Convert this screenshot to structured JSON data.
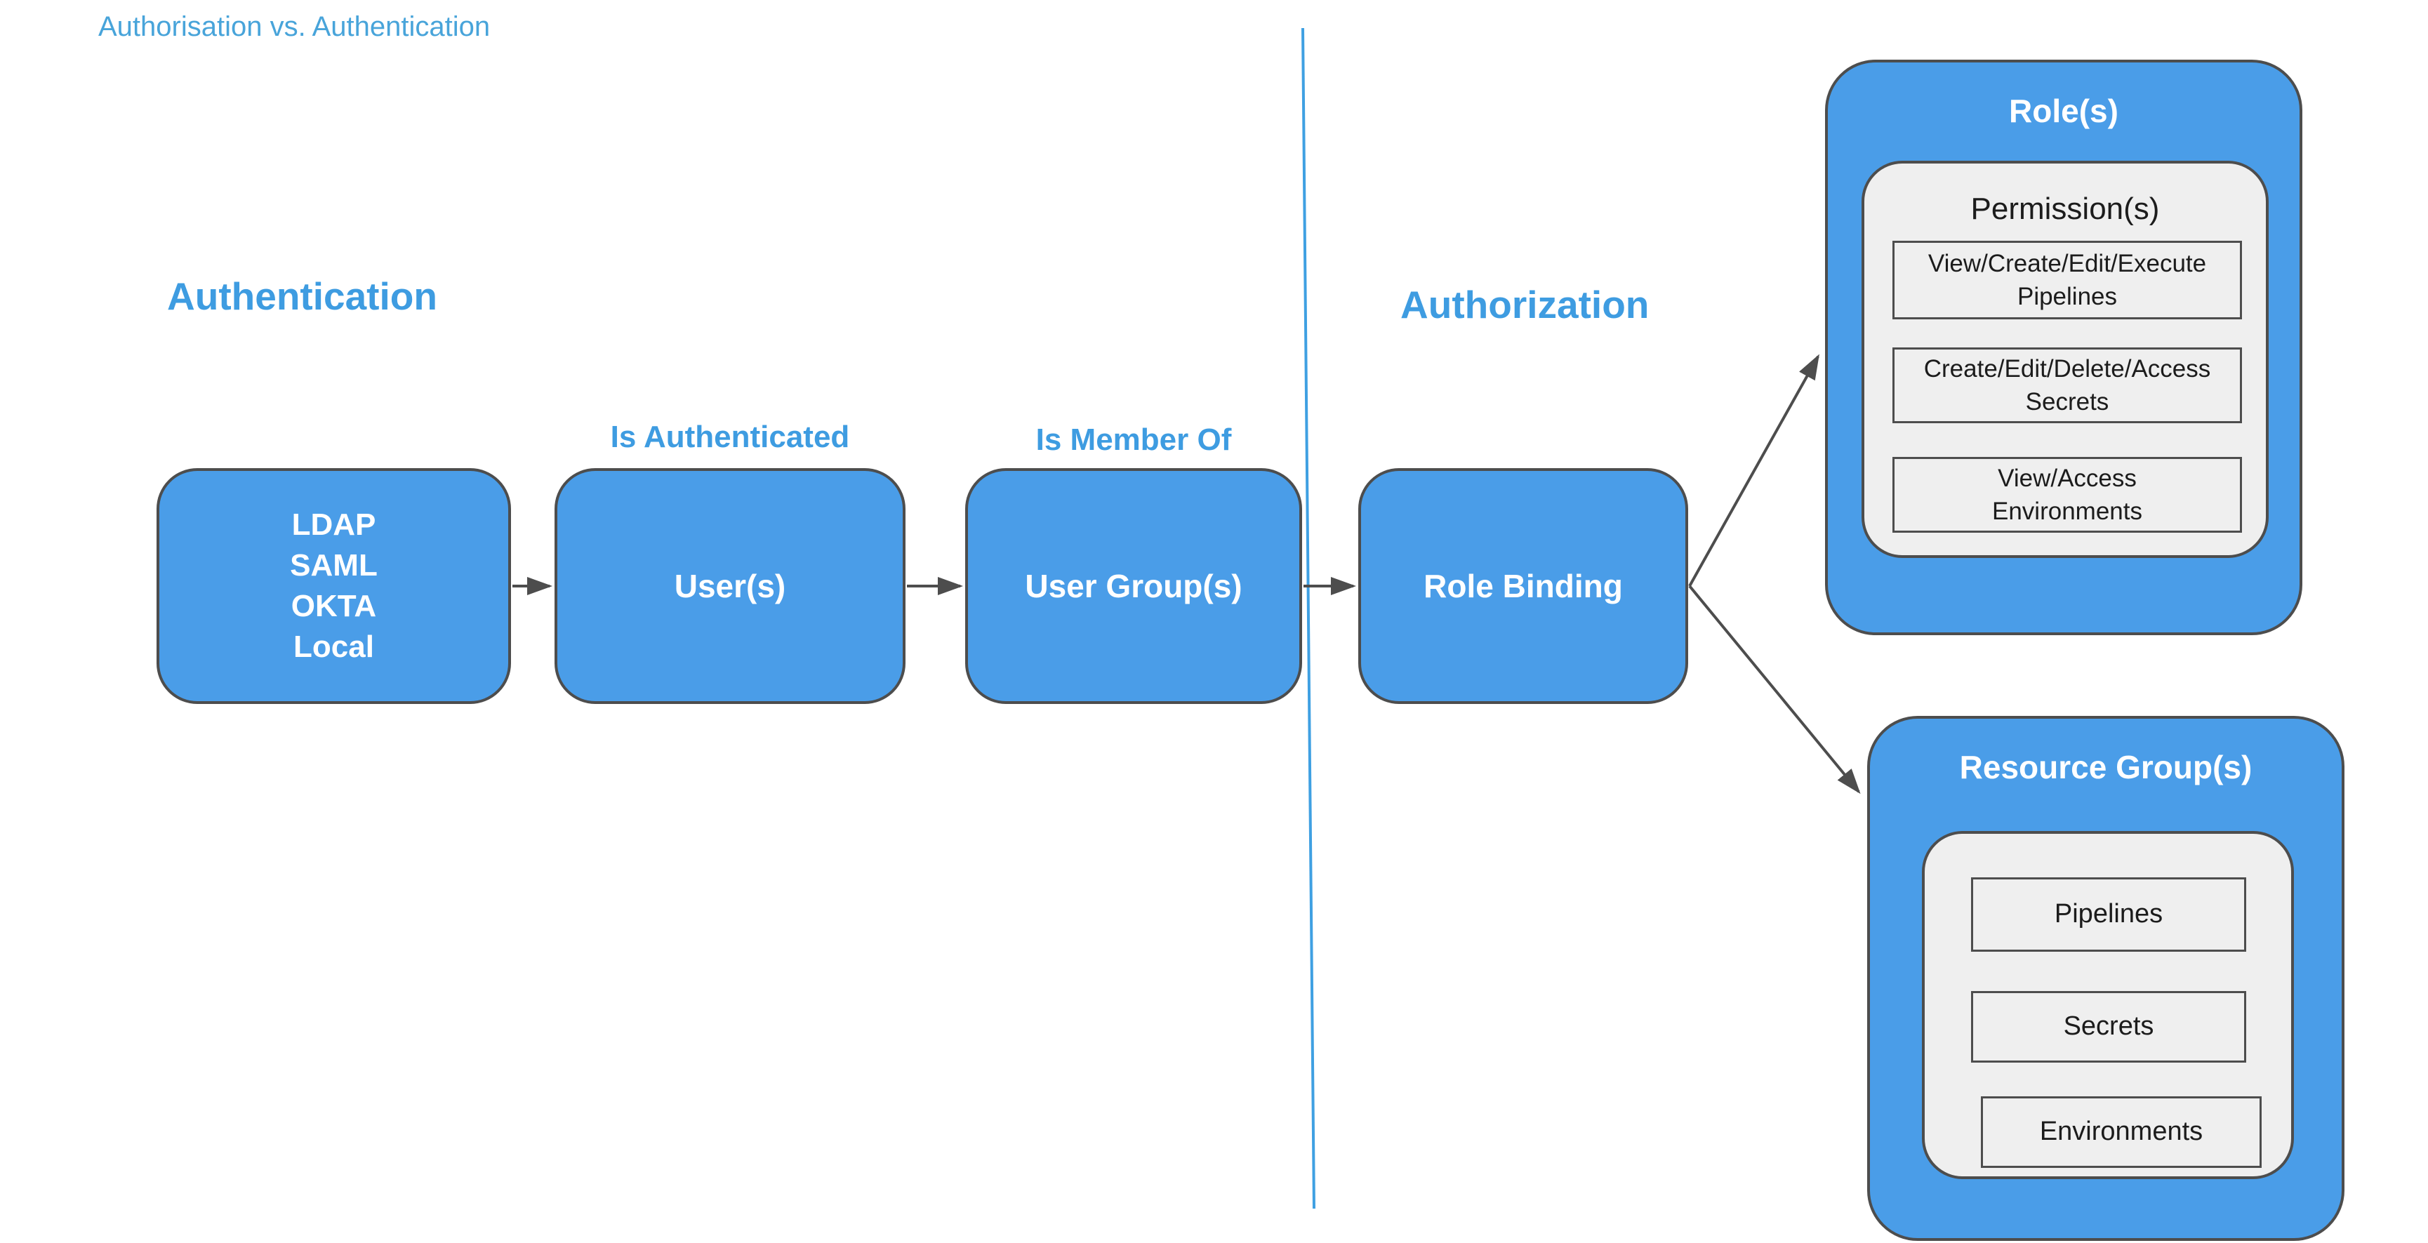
{
  "title": "Authorisation vs. Authentication",
  "sections": {
    "authentication": {
      "heading": "Authentication"
    },
    "authorization": {
      "heading": "Authorization"
    }
  },
  "nodes": {
    "identity_providers": {
      "label": "LDAP\nSAML\nOKTA\nLocal"
    },
    "users": {
      "label": "User(s)"
    },
    "user_groups": {
      "label": "User Group(s)"
    },
    "role_binding": {
      "label": "Role Binding"
    }
  },
  "edge_labels": {
    "is_authenticated": "Is Authenticated",
    "is_member_of": "Is Member Of"
  },
  "containers": {
    "roles": {
      "title": "Role(s)",
      "inner_title": "Permission(s)",
      "items": [
        "View/Create/Edit/Execute\nPipelines",
        "Create/Edit/Delete/Access\nSecrets",
        "View/Access\nEnvironments"
      ]
    },
    "resource_groups": {
      "title": "Resource Group(s)",
      "items": [
        "Pipelines",
        "Secrets",
        "Environments"
      ]
    }
  },
  "colors": {
    "node_fill": "#4A9DE8",
    "node_border": "#4D4D4D",
    "inner_fill": "#EFEFEF",
    "label_blue": "#3E9CE1",
    "title_blue": "#48A4DA",
    "connector": "#4D4D4D",
    "divider_blue": "#3FA0E2",
    "text_dark": "#1C1C1C",
    "text_white": "#FFFFFF"
  }
}
